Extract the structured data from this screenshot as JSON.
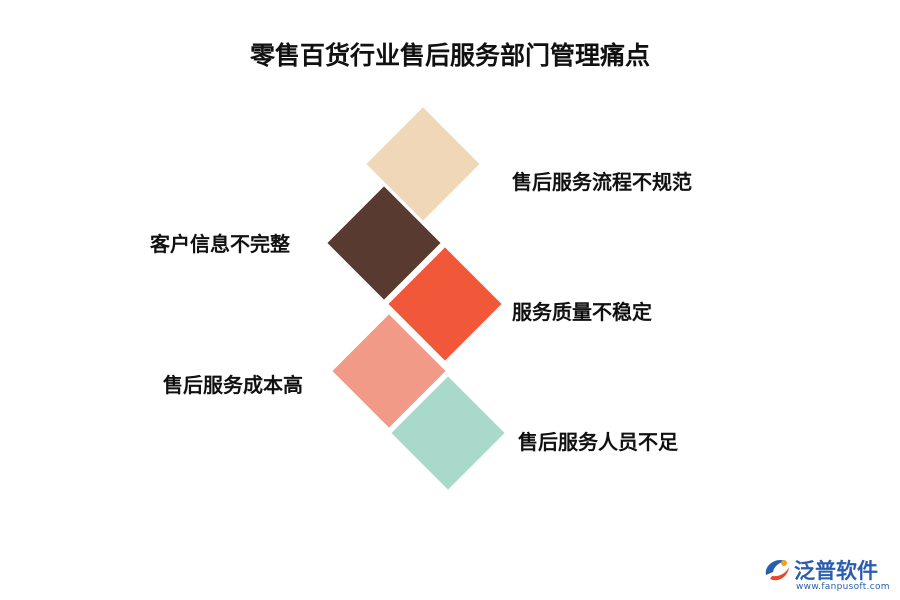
{
  "title": "零售百货行业售后服务部门管理痛点",
  "items": [
    {
      "label": "售后服务流程不规范",
      "side": "right",
      "color": "#f0d7b7"
    },
    {
      "label": "客户信息不完整",
      "side": "left",
      "color": "#583a30"
    },
    {
      "label": "服务质量不稳定",
      "side": "right",
      "color": "#f05839"
    },
    {
      "label": "售后服务成本高",
      "side": "left",
      "color": "#f09a87"
    },
    {
      "label": "售后服务人员不足",
      "side": "right",
      "color": "#a9d9cb"
    }
  ],
  "logo": {
    "name": "泛普软件",
    "url": "www.fanpusoft.com"
  }
}
